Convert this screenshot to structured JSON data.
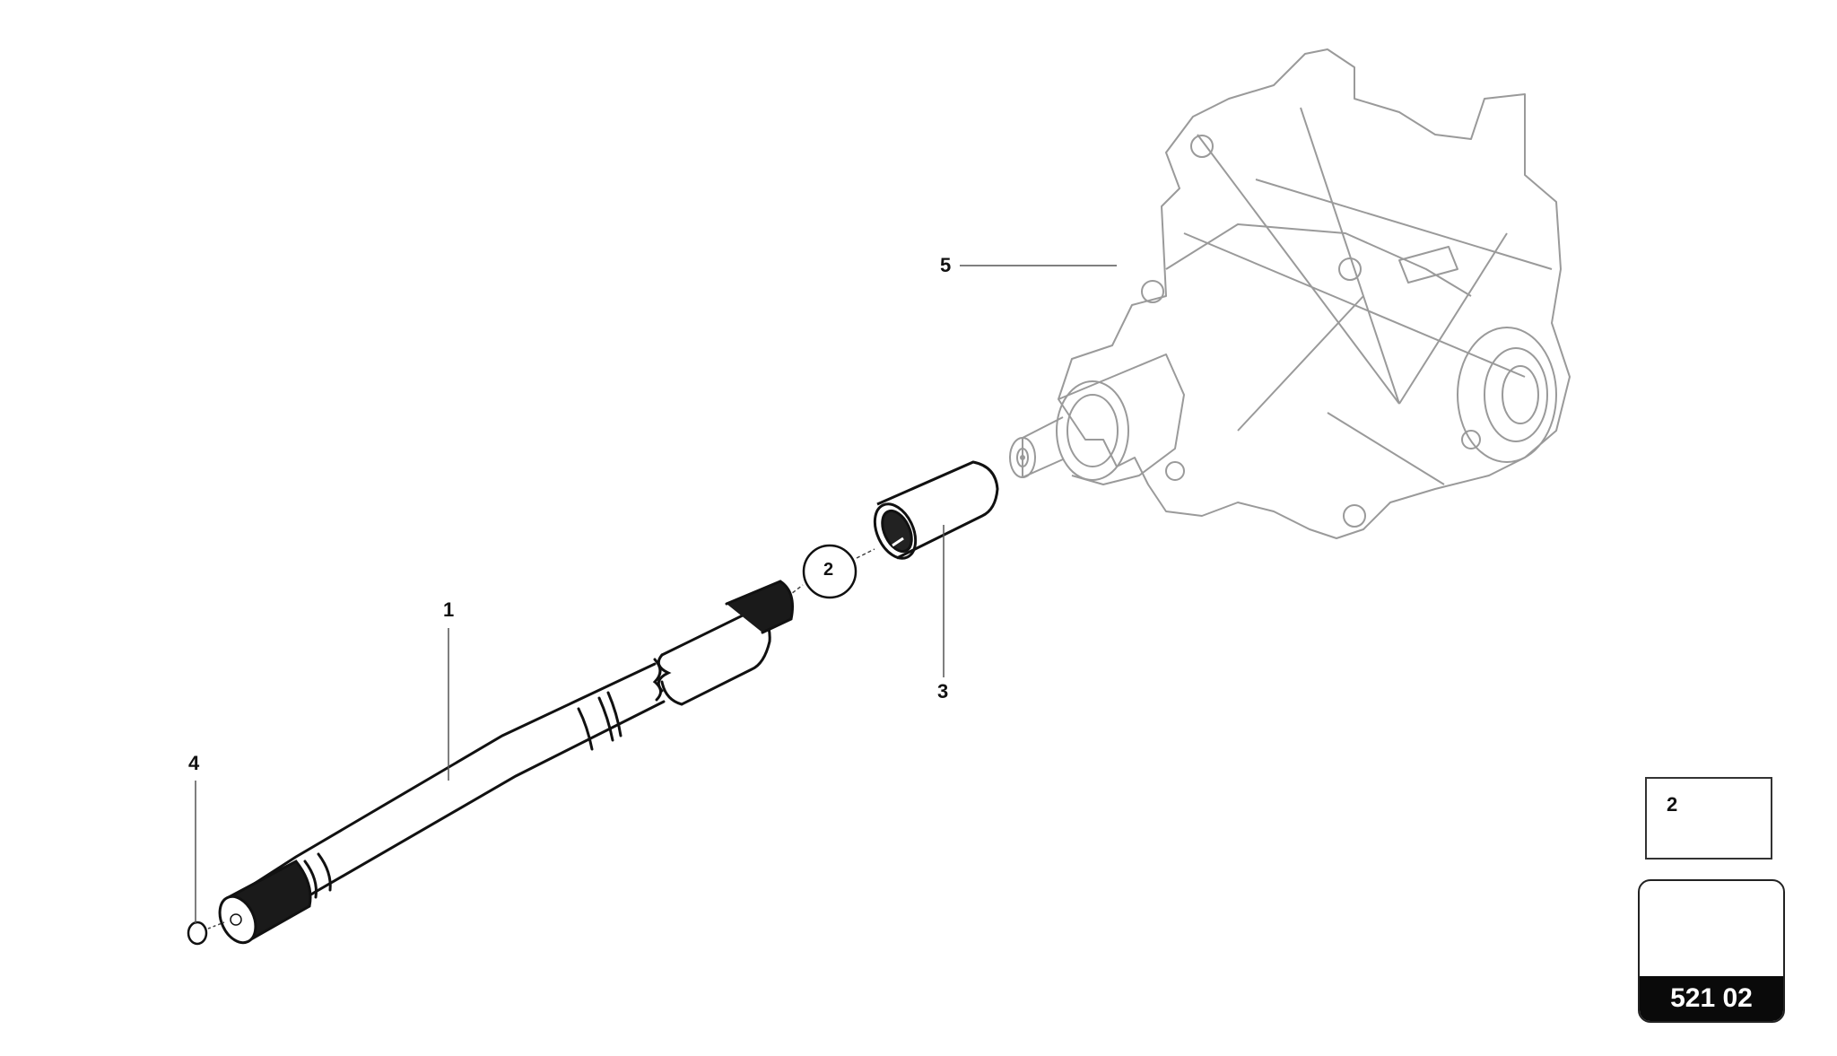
{
  "diagram": {
    "type": "exploded parts diagram",
    "callouts": [
      {
        "id": "1",
        "label": "1",
        "part": "drive shaft"
      },
      {
        "id": "2",
        "label": "2",
        "part": "circlip / snap ring"
      },
      {
        "id": "3",
        "label": "3",
        "part": "sleeve"
      },
      {
        "id": "4",
        "label": "4",
        "part": "plug / cap"
      },
      {
        "id": "5",
        "label": "5",
        "part": "gearbox / differential housing"
      }
    ],
    "detail_box": {
      "label": "2",
      "icon": "snap-ring-icon"
    },
    "navigation": {
      "code": "521 02",
      "icon": "arrow-back-icon",
      "fill": "#808080"
    }
  },
  "colors": {
    "line": "#111111",
    "housing_line": "#9a9a9a",
    "badge_bg": "#0a0a0a",
    "badge_text": "#ffffff"
  }
}
